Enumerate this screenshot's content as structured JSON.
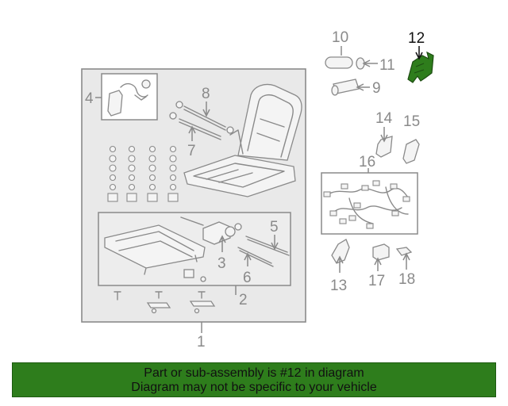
{
  "diagram": {
    "callouts": {
      "c1": "1",
      "c2": "2",
      "c3": "3",
      "c4": "4",
      "c5": "5",
      "c6": "6",
      "c7": "7",
      "c8": "8",
      "c9": "9",
      "c10": "10",
      "c11": "11",
      "c12": "12",
      "c13": "13",
      "c14": "14",
      "c15": "15",
      "c16": "16",
      "c17": "17",
      "c18": "18"
    },
    "highlighted_part": "12",
    "highlight_color": "#2e7d1c"
  },
  "banner": {
    "line1": "Part or sub-assembly is #12 in diagram",
    "line2": "Diagram may not be specific to your vehicle",
    "background": "#2e7d1c"
  }
}
